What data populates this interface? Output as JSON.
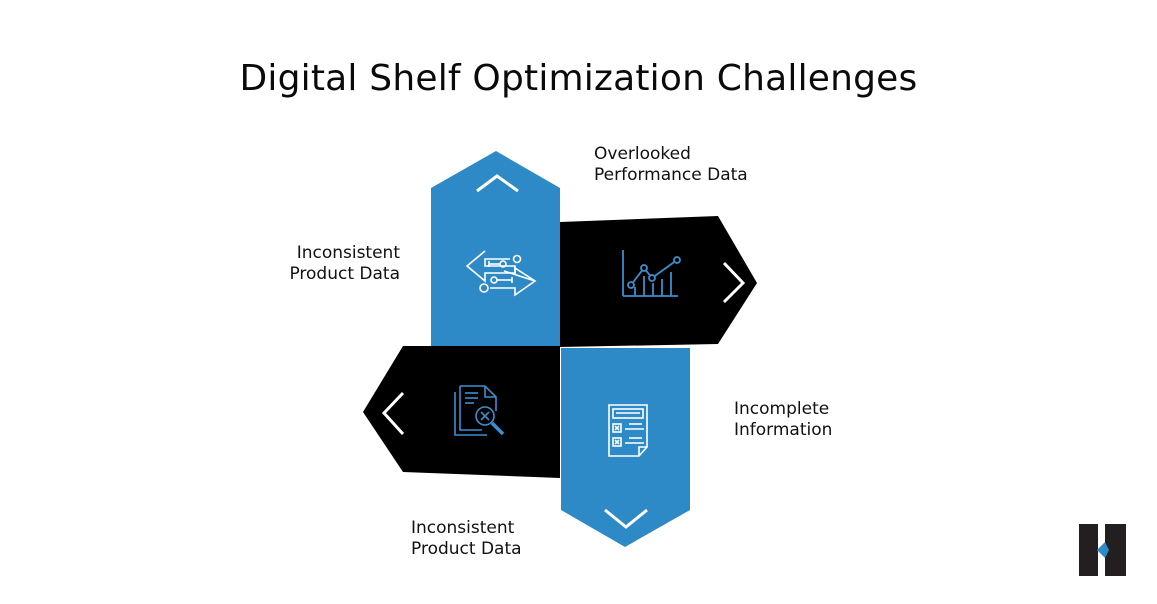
{
  "title": "Digital Shelf Optimization Challenges",
  "colors": {
    "blue": "#2E8AC6",
    "black": "#000000",
    "icon_blue": "#3A8FD0",
    "white": "#FFFFFF"
  },
  "segments": [
    {
      "position": "top",
      "color": "blue",
      "arrow": "chevron-up",
      "icon": "data-sync-arrows-icon",
      "label_line1": "Inconsistent",
      "label_line2": "Product Data"
    },
    {
      "position": "right",
      "color": "black",
      "arrow": "chevron-right",
      "icon": "line-bar-chart-icon",
      "label_line1": "Overlooked",
      "label_line2": "Performance Data"
    },
    {
      "position": "bottom",
      "color": "blue",
      "arrow": "chevron-down",
      "icon": "checklist-document-icon",
      "label_line1": "Incomplete",
      "label_line2": "Information"
    },
    {
      "position": "left",
      "color": "black",
      "arrow": "chevron-left",
      "icon": "document-search-error-icon",
      "label_line1": "Inconsistent",
      "label_line2": "Product Data"
    }
  ],
  "logo": "brand-logo-h"
}
